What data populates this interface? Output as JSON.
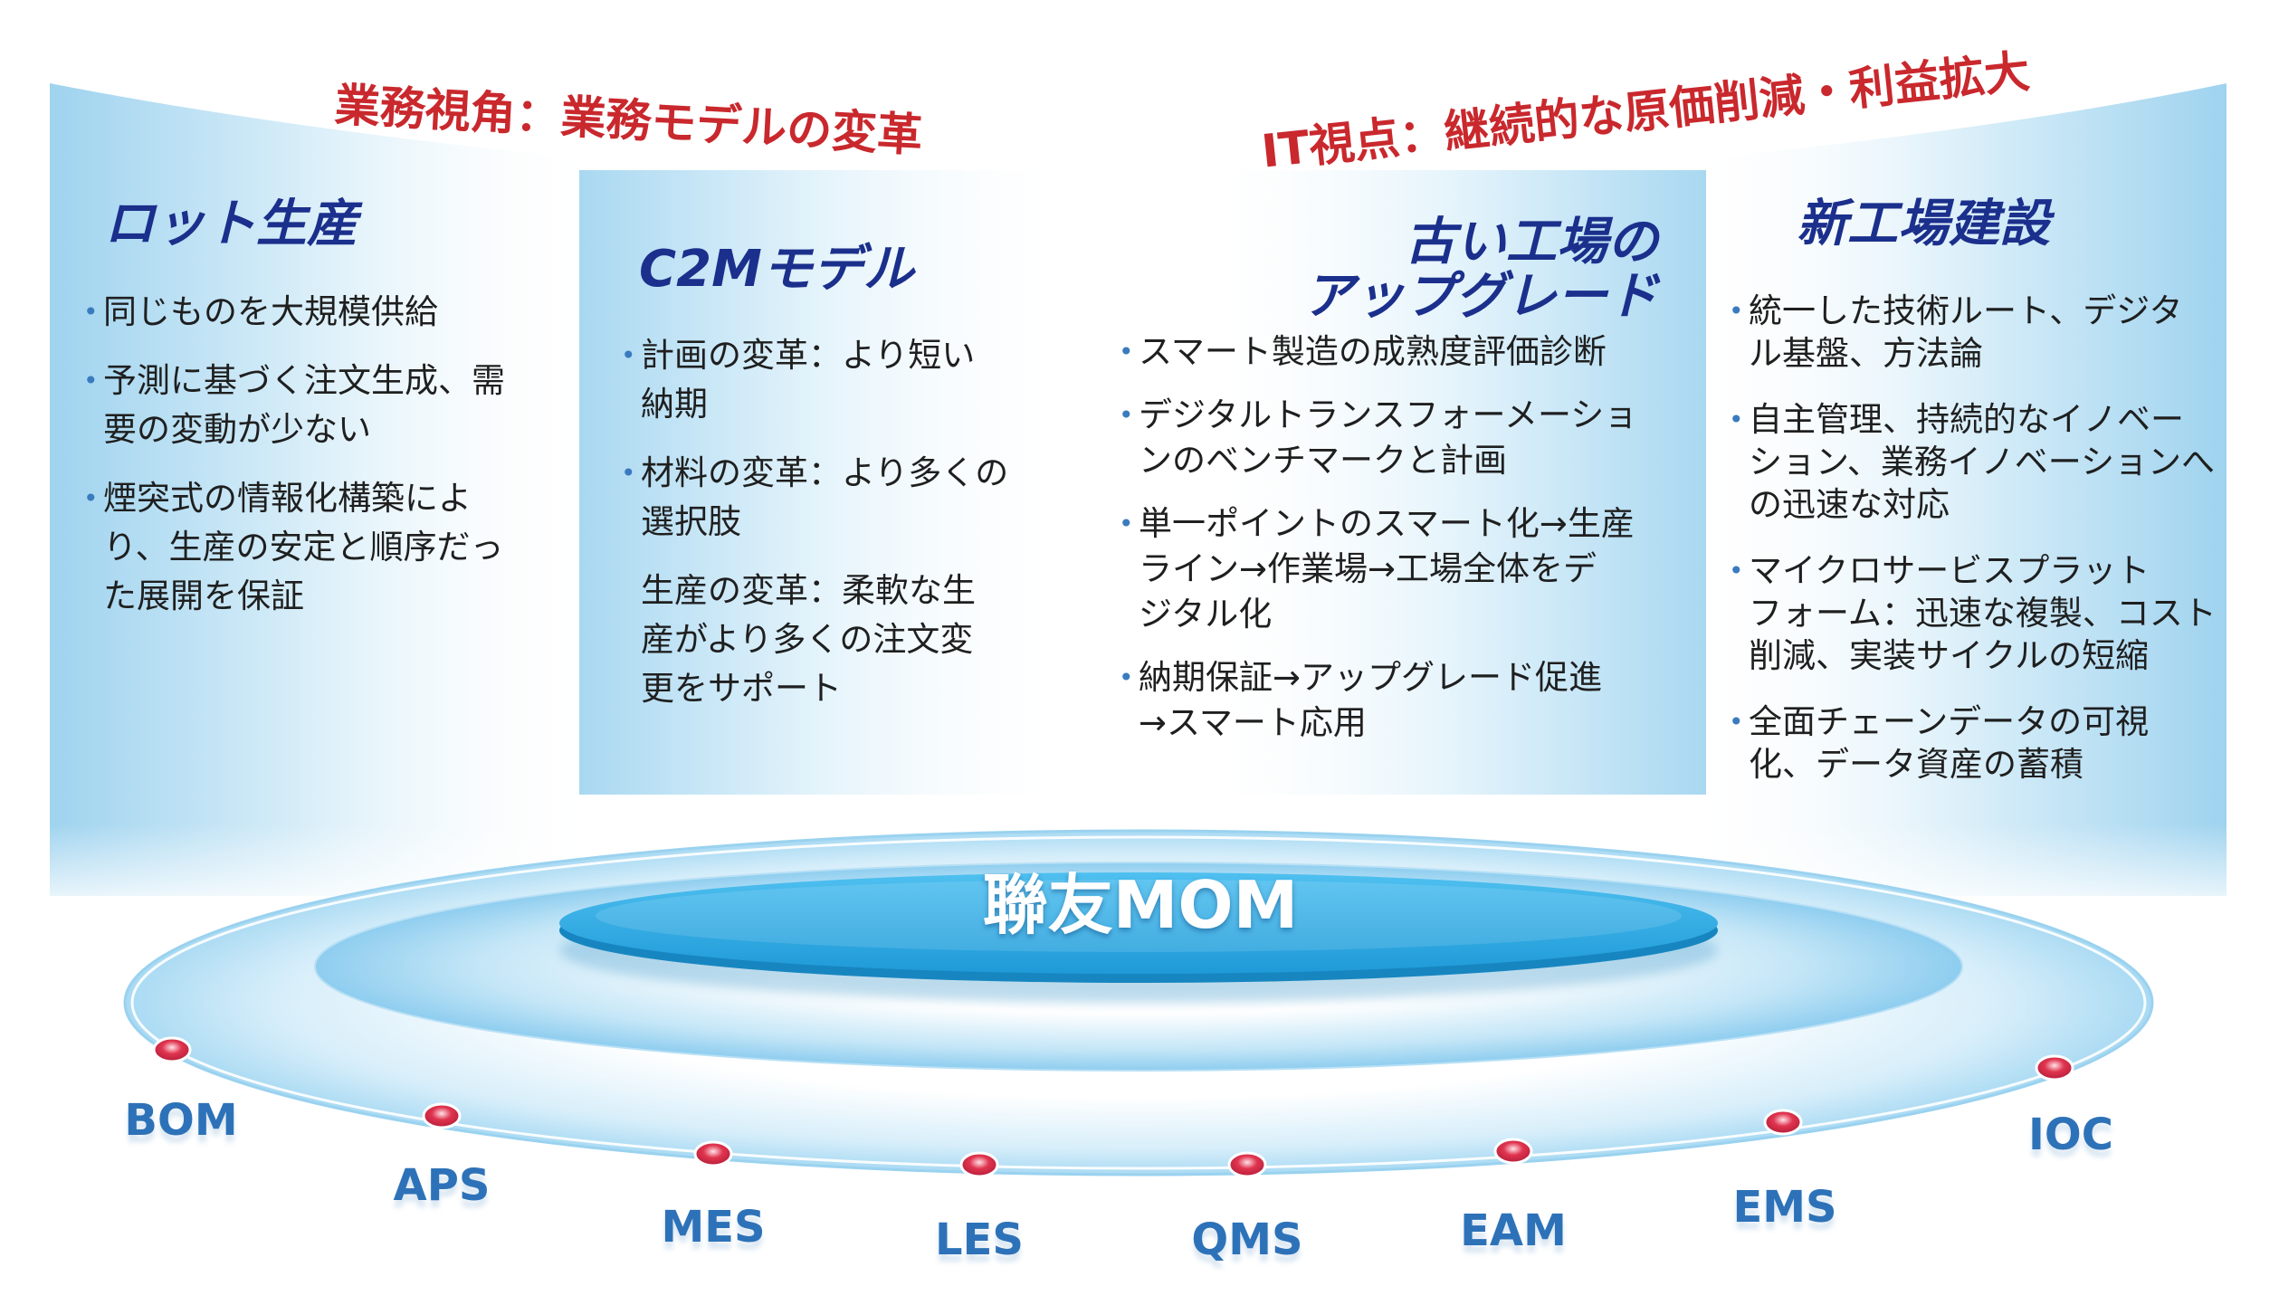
{
  "headers": {
    "left": "業務視角：業務モデルの変革",
    "right": "IT視点：継続的な原価削減・利益拡大"
  },
  "panels": [
    {
      "title_lines": [
        "ロット生産"
      ],
      "items": [
        {
          "lines": [
            "同じものを大規模供給"
          ]
        },
        {
          "lines": [
            "予測に基づく注文生成、需",
            "要の変動が少ない"
          ]
        },
        {
          "lines": [
            "煙突式の情報化構築によ",
            "り、生産の安定と順序だっ",
            "た展開を保証"
          ]
        }
      ]
    },
    {
      "title_lines": [
        "C2Mモデル"
      ],
      "items": [
        {
          "lines": [
            "計画の変革：より短い",
            "納期"
          ]
        },
        {
          "lines": [
            "材料の変革：より多くの",
            "選択肢"
          ]
        },
        {
          "lines": [
            "生産の変革：柔軟な生",
            "産がより多くの注文変",
            "更をサポート"
          ]
        }
      ]
    },
    {
      "title_lines": [
        "古い工場の",
        "アップグレード"
      ],
      "items": [
        {
          "lines": [
            "スマート製造の成熟度評価診断"
          ]
        },
        {
          "lines": [
            "デジタルトランスフォーメーショ",
            "ンのベンチマークと計画"
          ]
        },
        {
          "lines": [
            "単一ポイントのスマート化→生産",
            "ライン→作業場→工場全体をデ",
            "ジタル化"
          ]
        },
        {
          "lines": [
            "納期保証→アップグレード促進",
            "→スマート応用"
          ]
        }
      ]
    },
    {
      "title_lines": [
        "新工場建設"
      ],
      "items": [
        {
          "lines": [
            "統一した技術ルート、デジタ",
            "ル基盤、方法論"
          ]
        },
        {
          "lines": [
            "自主管理、持続的なイノベー",
            "ション、業務イノベーションへ",
            "の迅速な対応"
          ]
        },
        {
          "lines": [
            "マイクロサービスプラット",
            "フォーム：迅速な複製、コスト",
            "削減、実装サイクルの短縮"
          ]
        },
        {
          "lines": [
            "全面チェーンデータの可視",
            "化、データ資産の蓄積"
          ]
        }
      ]
    }
  ],
  "center": {
    "label": "聯友MOM"
  },
  "modules": [
    "BOM",
    "APS",
    "MES",
    "LES",
    "QMS",
    "EAM",
    "EMS",
    "IOC"
  ],
  "colors": {
    "header_red": "#c9282d",
    "title_blue": "#1b2f8c",
    "module_blue": "#2d72b8",
    "disc_blue": "#35b0e8",
    "node_red": "#e0344f"
  }
}
